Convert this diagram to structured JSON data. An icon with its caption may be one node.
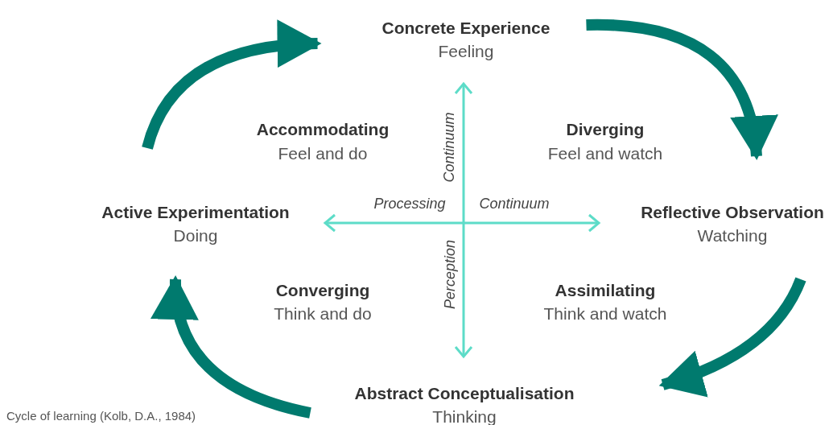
{
  "diagram": {
    "caption": "Cycle of learning (Kolb, D.A., 1984)",
    "nodes": [
      {
        "text": [
          "Concrete Experience",
          "Feeling"
        ]
      },
      {
        "text": [
          "Reflective Observation",
          "Watching"
        ]
      },
      {
        "text": [
          "Abstract Conceptualisation",
          "Thinking"
        ]
      },
      {
        "text": [
          "Active Experimentation",
          "Doing"
        ]
      }
    ],
    "edges": [
      {
        "from": 0,
        "to": 1,
        "arrow": "to"
      },
      {
        "from": 1,
        "to": 2,
        "arrow": "to"
      },
      {
        "from": 2,
        "to": 3,
        "arrow": "to"
      },
      {
        "from": 3,
        "to": 0,
        "arrow": "to"
      }
    ],
    "labels": [
      "Accommodating",
      "Feel and do",
      "Diverging",
      "Feel and watch",
      "Continuum",
      "Processing",
      "Continuum",
      "Perception",
      "Converging",
      "Think and do",
      "Assimilating",
      "Think and watch"
    ]
  }
}
